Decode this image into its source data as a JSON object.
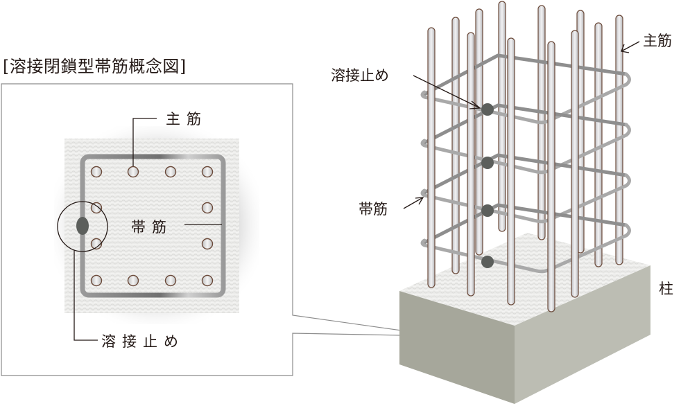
{
  "title": "[溶接閉鎖型帯筋概念図]",
  "plan_view": {
    "labels": {
      "main_rebar": "主筋",
      "hoop": "帯筋",
      "weld": "溶接止め"
    }
  },
  "perspective_view": {
    "labels": {
      "main_rebar": "主筋",
      "hoop": "帯筋",
      "weld": "溶接止め",
      "column": "柱"
    }
  },
  "colors": {
    "text": "#231815",
    "frame": "#8c8c8c",
    "concrete_top": "#ebebe9",
    "concrete_front": "#a6a79b",
    "concrete_side": "#bcbdb3",
    "rebar_fill": "#d6d6d8",
    "rebar_edge": "#6b4a3a",
    "hoop": "#a9a9a9",
    "hoop_dark": "#777777",
    "weld": "#5c5f5c"
  }
}
